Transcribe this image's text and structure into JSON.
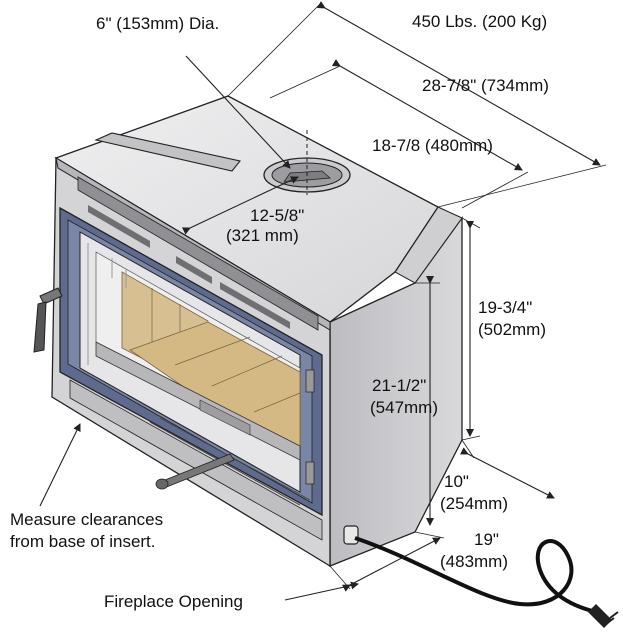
{
  "labels": {
    "pipe_diameter": "6\" (153mm) Dia.",
    "weight": "450 Lbs. (200 Kg)",
    "overall_width": "28-7/8\" (734mm)",
    "rear_width": "18-7/8 (480mm)",
    "flue_offset_line1": "12-5/8\"",
    "flue_offset_line2": "(321 mm)",
    "overall_height_line1": "19-3/4\"",
    "overall_height_line2": "(502mm)",
    "front_height_line1": "21-1/2\"",
    "front_height_line2": "(547mm)",
    "rear_depth_line1": "10\"",
    "rear_depth_line2": "(254mm)",
    "depth_line1": "19\"",
    "depth_line2": "(483mm)",
    "clearance_note_line1": "Measure clearances",
    "clearance_note_line2": "from base of insert.",
    "fireplace_opening": "Fireplace Opening"
  },
  "colors": {
    "body": "#d8d8da",
    "top": "#e4e4e6",
    "side": "#c9c9cc",
    "door_frame": "#5d6a8c",
    "brick": "#d8bf92",
    "brick_dark": "#b89c6c",
    "outline": "#222222"
  }
}
